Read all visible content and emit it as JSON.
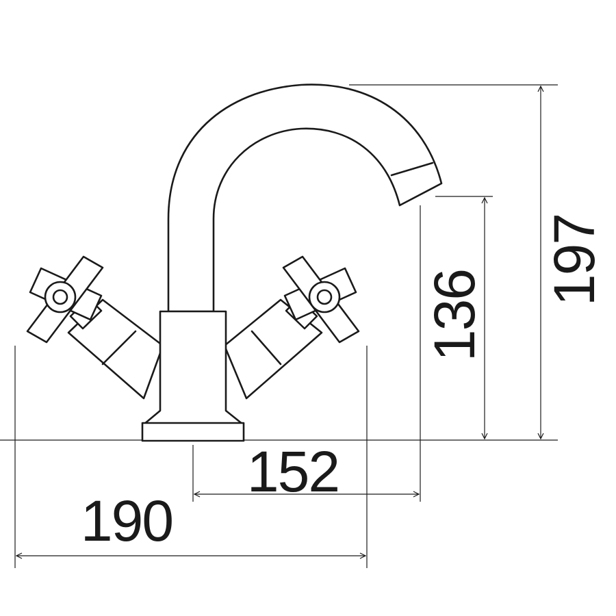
{
  "dimensions": {
    "overall_width": "190",
    "spout_reach": "152",
    "spout_height": "136",
    "overall_height": "197"
  },
  "colors": {
    "line": "#1a1a1a",
    "background": "#ffffff"
  }
}
